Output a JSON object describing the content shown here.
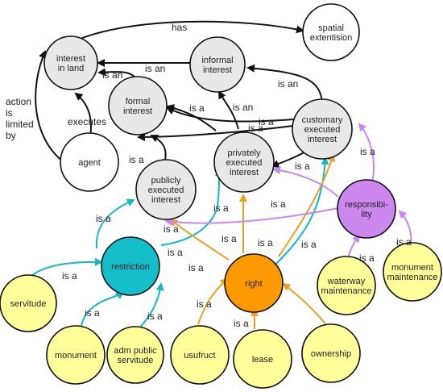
{
  "nodes": [
    {
      "id": "interest-in-land",
      "lines": [
        "interest",
        "in land"
      ],
      "fill": "#e8e8e8"
    },
    {
      "id": "informal-interest",
      "lines": [
        "informal",
        "interest"
      ],
      "fill": "#e8e8e8"
    },
    {
      "id": "spatial-extentision",
      "lines": [
        "spatial",
        "extentision"
      ],
      "fill": "#ffffff"
    },
    {
      "id": "formal-interest",
      "lines": [
        "formal",
        "interest"
      ],
      "fill": "#e8e8e8"
    },
    {
      "id": "customary-executed-interest",
      "lines": [
        "customary",
        "executed",
        "interest"
      ],
      "fill": "#e8e8e8"
    },
    {
      "id": "agent",
      "lines": [
        "agent"
      ],
      "fill": "#ffffff"
    },
    {
      "id": "privately-executed-interest",
      "lines": [
        "privately",
        "executed",
        "interest"
      ],
      "fill": "#e8e8e8"
    },
    {
      "id": "publicly-executed-interest",
      "lines": [
        "publicly",
        "executed",
        "interest"
      ],
      "fill": "#e8e8e8"
    },
    {
      "id": "responsibility",
      "lines": [
        "responsibi-",
        "lity"
      ],
      "fill": "#cc88ee"
    },
    {
      "id": "restriction",
      "lines": [
        "restriction"
      ],
      "fill": "#15bfc9"
    },
    {
      "id": "right",
      "lines": [
        "right"
      ],
      "fill": "#ff9900"
    },
    {
      "id": "servitude",
      "lines": [
        "servitude"
      ],
      "fill": "#ffff99"
    },
    {
      "id": "waterway-maintenance",
      "lines": [
        "waterway",
        "maintenance"
      ],
      "fill": "#ffff99"
    },
    {
      "id": "monument-maintenance",
      "lines": [
        "monument",
        "maintenance"
      ],
      "fill": "#ffff99"
    },
    {
      "id": "monument",
      "lines": [
        "monument"
      ],
      "fill": "#ffff99"
    },
    {
      "id": "adm-public-servitude",
      "lines": [
        "adm public",
        "servitude"
      ],
      "fill": "#ffff99"
    },
    {
      "id": "usufruct",
      "lines": [
        "usufruct"
      ],
      "fill": "#ffff99"
    },
    {
      "id": "lease",
      "lines": [
        "lease"
      ],
      "fill": "#ffff99"
    },
    {
      "id": "ownership",
      "lines": [
        "ownership"
      ],
      "fill": "#ffff99"
    }
  ],
  "edge_labels": [
    {
      "id": "has",
      "lines": [
        "has"
      ],
      "color": "#222222"
    },
    {
      "id": "is-an-1",
      "lines": [
        "is an"
      ],
      "color": "#222222"
    },
    {
      "id": "is-an-2",
      "lines": [
        "is an"
      ],
      "color": "#222222"
    },
    {
      "id": "is-an-3",
      "lines": [
        "is an"
      ],
      "color": "#222222"
    },
    {
      "id": "is-an-4",
      "lines": [
        "is an"
      ],
      "color": "#222222"
    },
    {
      "id": "action-limited",
      "lines": [
        "action",
        "is",
        "limited",
        "by"
      ],
      "color": "#222222"
    },
    {
      "id": "executes",
      "lines": [
        "executes"
      ],
      "color": "#222222"
    },
    {
      "id": "is-a-formal-1",
      "lines": [
        "is a"
      ],
      "color": "#222222"
    },
    {
      "id": "is-a-formal-2",
      "lines": [
        "is a"
      ],
      "color": "#222222"
    },
    {
      "id": "is-a-formal-3",
      "lines": [
        "is a"
      ],
      "color": "#222222"
    },
    {
      "id": "is-a-formal-4",
      "lines": [
        "is a"
      ],
      "color": "#222222"
    },
    {
      "id": "is-a-purple-1",
      "lines": [
        "is a"
      ],
      "color": "#c888f0"
    },
    {
      "id": "is-a-purple-2",
      "lines": [
        "is a"
      ],
      "color": "#c888f0"
    },
    {
      "id": "is-a-purple-3",
      "lines": [
        "is a"
      ],
      "color": "#c888f0"
    },
    {
      "id": "is-a-teal-1",
      "lines": [
        "is a"
      ],
      "color": "#12b8c8"
    },
    {
      "id": "is-a-teal-2",
      "lines": [
        "is a"
      ],
      "color": "#12b8c8"
    },
    {
      "id": "is-a-teal-3",
      "lines": [
        "is a"
      ],
      "color": "#12b8c8"
    },
    {
      "id": "is-a-orange-1",
      "lines": [
        "is a"
      ],
      "color": "#f0a020"
    },
    {
      "id": "is-a-orange-2",
      "lines": [
        "is a"
      ],
      "color": "#f0a020"
    },
    {
      "id": "is-a-orange-3",
      "lines": [
        "is a"
      ],
      "color": "#f0a020"
    },
    {
      "id": "is-a-orange-4",
      "lines": [
        "is a"
      ],
      "color": "#f0a020"
    },
    {
      "id": "is-a-black-servitude",
      "lines": [
        "is a"
      ],
      "color": "#222222"
    },
    {
      "id": "is-a-black-monument",
      "lines": [
        "is a"
      ],
      "color": "#222222"
    },
    {
      "id": "is-a-black-adm",
      "lines": [
        "is a"
      ],
      "color": "#222222"
    },
    {
      "id": "is-a-black-restriction",
      "lines": [
        "is a"
      ],
      "color": "#222222"
    },
    {
      "id": "is-a-black-usufruct",
      "lines": [
        "is a"
      ],
      "color": "#222222"
    },
    {
      "id": "is-a-black-lease",
      "lines": [
        "is a"
      ],
      "color": "#222222"
    },
    {
      "id": "is-a-black-waterway",
      "lines": [
        "is a"
      ],
      "color": "#222222"
    },
    {
      "id": "is-a-black-monmaint",
      "lines": [
        "is a"
      ],
      "color": "#222222"
    }
  ],
  "colors": {
    "black": "#222222",
    "teal": "#12b8c8",
    "orange": "#f0a020",
    "purple": "#c888f0"
  }
}
